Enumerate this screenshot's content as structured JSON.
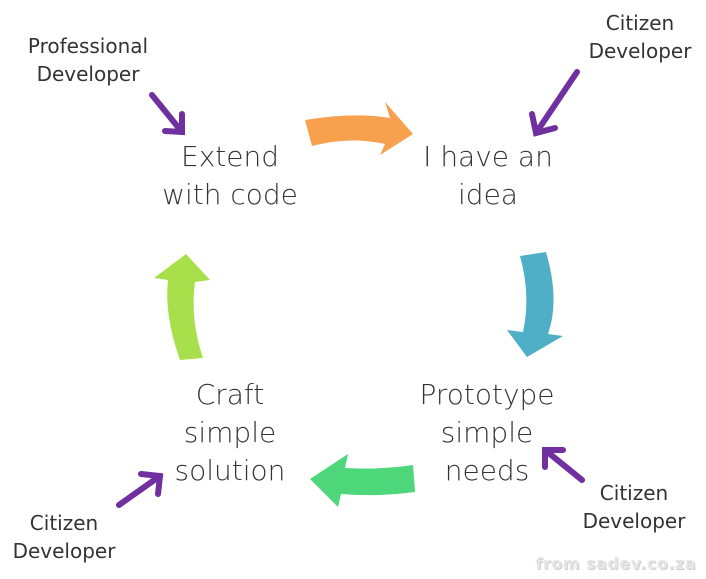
{
  "nodes": {
    "extend": {
      "line1": "Extend",
      "line2": "with code"
    },
    "idea": {
      "line1": "I have an",
      "line2": "idea"
    },
    "prototype": {
      "line1": "Prototype",
      "line2": "simple",
      "line3": "needs"
    },
    "craft": {
      "line1": "Craft",
      "line2": "simple",
      "line3": "solution"
    }
  },
  "roles": {
    "top_left": {
      "line1": "Professional",
      "line2": "Developer"
    },
    "top_right": {
      "line1": "Citizen",
      "line2": "Developer"
    },
    "bottom_right": {
      "line1": "Citizen",
      "line2": "Developer"
    },
    "bottom_left": {
      "line1": "Citizen",
      "line2": "Developer"
    }
  },
  "colors": {
    "arrow_extend_to_idea": "#f7a04d",
    "arrow_idea_to_prototype": "#4eafc6",
    "arrow_prototype_to_craft": "#4dd77a",
    "arrow_craft_to_extend": "#a8e04c",
    "role_pointer": "#7030a0",
    "text": "#333333"
  },
  "watermark": "from sadev.co.za"
}
